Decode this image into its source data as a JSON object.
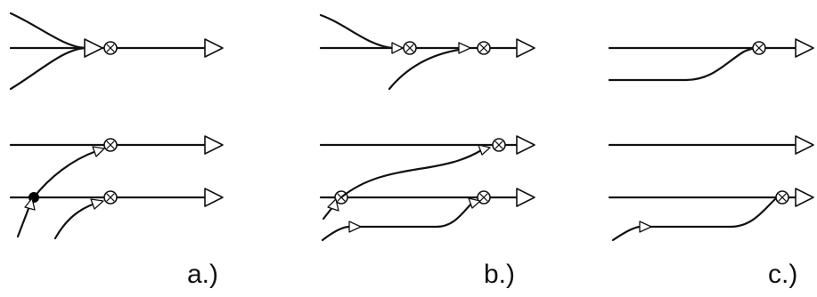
{
  "panels": [
    {
      "id": "a",
      "label": "a.)"
    },
    {
      "id": "b",
      "label": "b.)"
    },
    {
      "id": "c",
      "label": "c.)"
    }
  ],
  "colors": {
    "line": "#111111",
    "background": "#ffffff",
    "fill_dot": "#000000"
  }
}
